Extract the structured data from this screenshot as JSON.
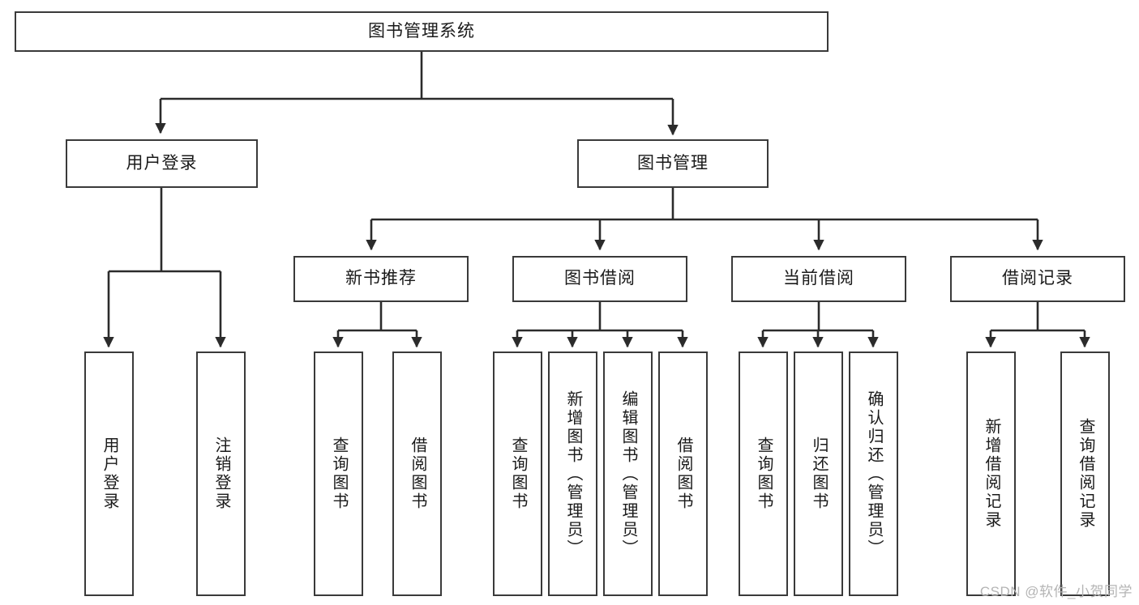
{
  "diagram": {
    "type": "tree",
    "title": "图书管理系统",
    "watermark": "CSDN @软件_小贺同学",
    "colors": {
      "box_border": "#3a3a3a",
      "box_fill": "#ffffff",
      "connector": "#2b2b2b",
      "text": "#1a1a1a",
      "watermark": "#b4b4b4"
    },
    "nodes": {
      "root": {
        "label": "图书管理系统"
      },
      "level2": [
        {
          "id": "user-login",
          "label": "用户登录"
        },
        {
          "id": "book-manage",
          "label": "图书管理"
        }
      ],
      "level3": [
        {
          "id": "new-book-recommend",
          "label": "新书推荐"
        },
        {
          "id": "book-borrow",
          "label": "图书借阅"
        },
        {
          "id": "current-borrow",
          "label": "当前借阅"
        },
        {
          "id": "borrow-record",
          "label": "借阅记录"
        }
      ],
      "leaves": {
        "user-login": [
          {
            "id": "leaf-user-login",
            "label": "用户登录"
          },
          {
            "id": "leaf-user-logout",
            "label": "注销登录"
          }
        ],
        "new-book-recommend": [
          {
            "id": "leaf-query-book-1",
            "label": "查询图书"
          },
          {
            "id": "leaf-borrow-book-1",
            "label": "借阅图书"
          }
        ],
        "book-borrow": [
          {
            "id": "leaf-query-book-2",
            "label": "查询图书"
          },
          {
            "id": "leaf-add-book",
            "label": "新增图书（管理员）"
          },
          {
            "id": "leaf-edit-book",
            "label": "编辑图书（管理员）"
          },
          {
            "id": "leaf-borrow-book-2",
            "label": "借阅图书"
          }
        ],
        "current-borrow": [
          {
            "id": "leaf-query-book-3",
            "label": "查询图书"
          },
          {
            "id": "leaf-return-book",
            "label": "归还图书"
          },
          {
            "id": "leaf-confirm-return",
            "label": "确认归还（管理员）"
          }
        ],
        "borrow-record": [
          {
            "id": "leaf-add-record",
            "label": "新增借阅记录"
          },
          {
            "id": "leaf-query-record",
            "label": "查询借阅记录"
          }
        ]
      }
    }
  }
}
